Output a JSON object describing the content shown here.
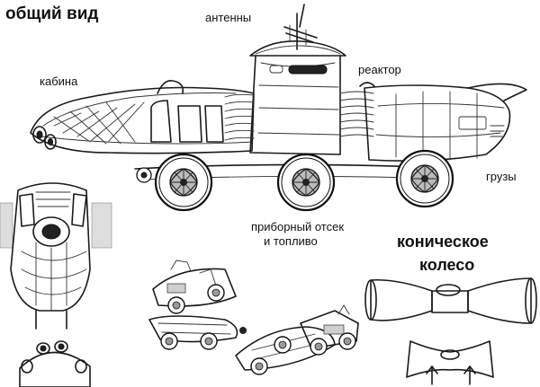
{
  "labels": {
    "overview": "общий вид",
    "antennas": "антенны",
    "cabin": "кабина",
    "reactor": "реактор",
    "cargo": "грузы",
    "instrument_line1": "приборный отсек",
    "instrument_line2": "и топливо",
    "conical_line1": "коническое",
    "conical_line2": "колесо"
  }
}
